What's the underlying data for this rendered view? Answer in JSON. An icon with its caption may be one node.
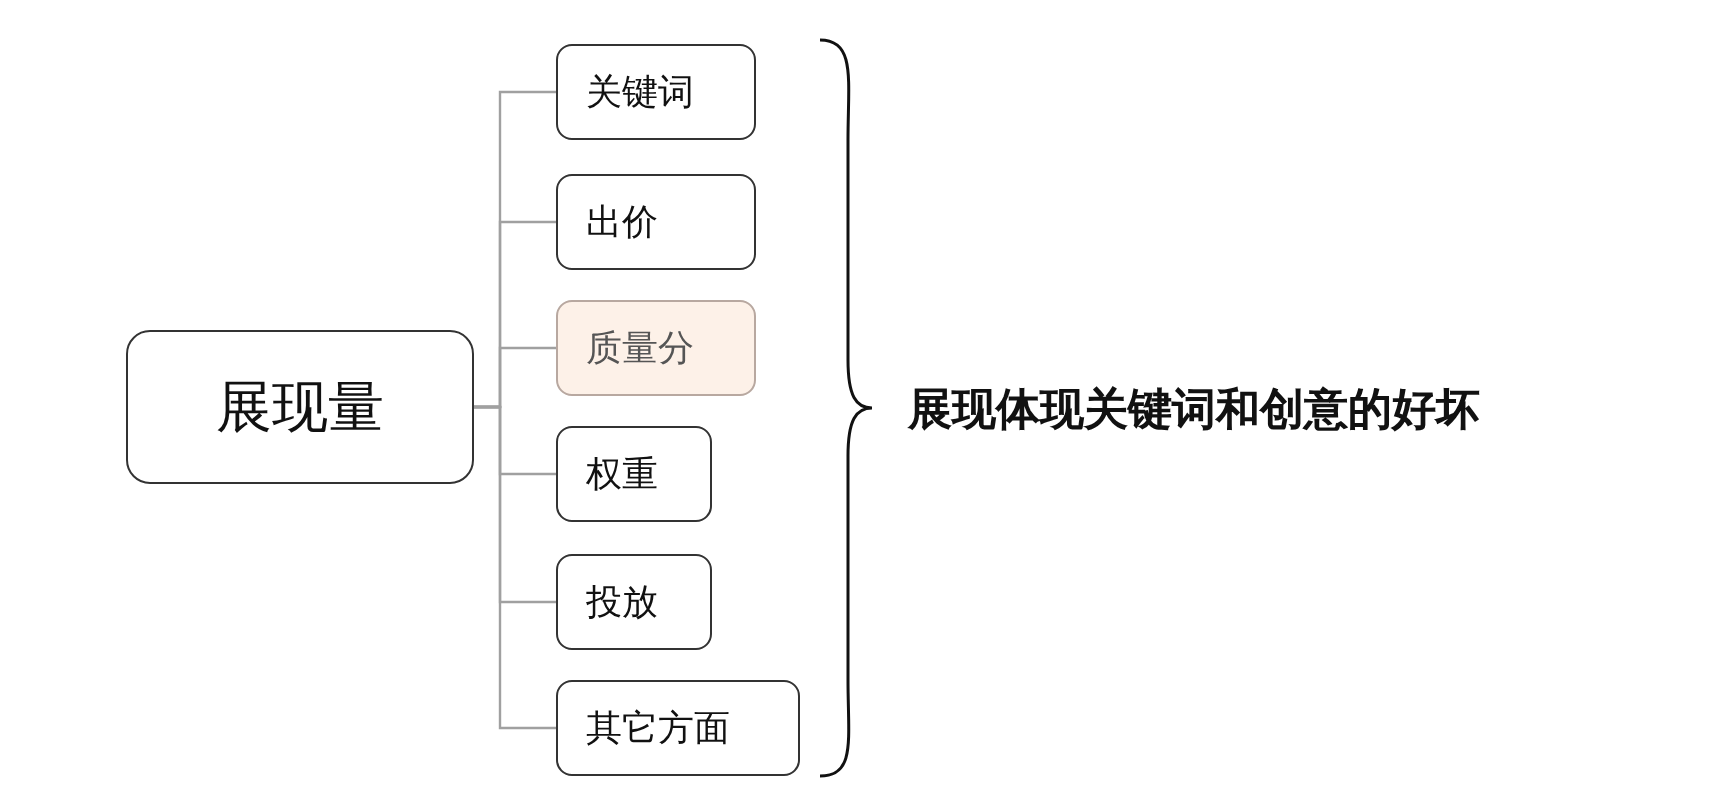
{
  "diagram": {
    "nodes": [
      {
        "text": [
          "展现量"
        ]
      },
      {
        "text": [
          "关键词"
        ]
      },
      {
        "text": [
          "出价"
        ]
      },
      {
        "text": [
          "质量分"
        ]
      },
      {
        "text": [
          "权重"
        ]
      },
      {
        "text": [
          "投放"
        ]
      },
      {
        "text": [
          "其它方面"
        ]
      }
    ],
    "edges": [
      {
        "from": 0,
        "to": 1,
        "arrow": "none"
      },
      {
        "from": 0,
        "to": 2,
        "arrow": "none"
      },
      {
        "from": 0,
        "to": 3,
        "arrow": "none"
      },
      {
        "from": 0,
        "to": 4,
        "arrow": "none"
      },
      {
        "from": 0,
        "to": 5,
        "arrow": "none"
      },
      {
        "from": 0,
        "to": 6,
        "arrow": "none"
      }
    ],
    "labels": [
      "展现体现关键词和创意的好坏"
    ]
  }
}
